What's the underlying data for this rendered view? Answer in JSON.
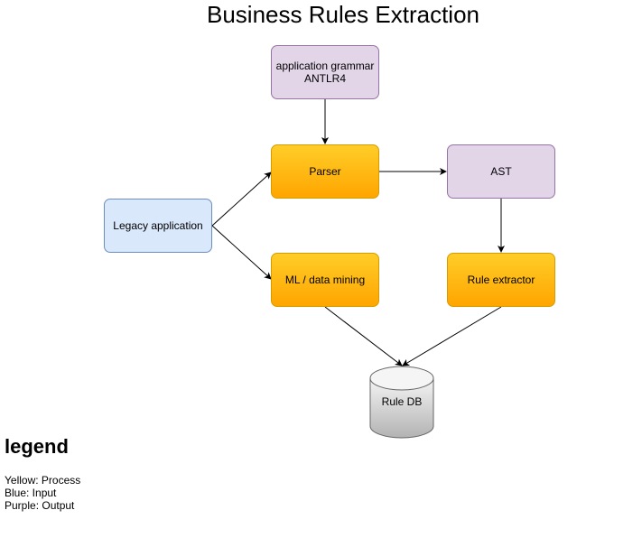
{
  "title": "Business Rules Extraction",
  "nodes": {
    "grammar": {
      "line1": "application grammar",
      "line2": "ANTLR4"
    },
    "parser": "Parser",
    "ast": "AST",
    "legacy": "Legacy application",
    "ml": "ML / data mining",
    "rule_extractor": "Rule extractor",
    "rule_db": "Rule DB"
  },
  "legend": {
    "title": "legend",
    "items": [
      "Yellow: Process",
      "Blue: Input",
      "Purple: Output"
    ]
  },
  "colors": {
    "process_fill": "#ffa500",
    "input_fill": "#dae8fc",
    "output_fill": "#e1d5e7"
  }
}
